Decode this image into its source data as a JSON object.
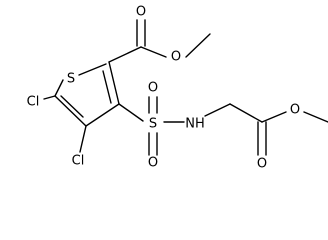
{
  "molecule": {
    "atoms": {
      "S1": "S",
      "O1": "O",
      "O2": "O",
      "S2": "S",
      "O3": "O",
      "O4": "O",
      "NH": "NH",
      "O5": "O",
      "O6": "O",
      "Cl1": "Cl",
      "Cl2": "Cl"
    }
  },
  "colors": {
    "ink": "#000000",
    "background": "#ffffff"
  }
}
